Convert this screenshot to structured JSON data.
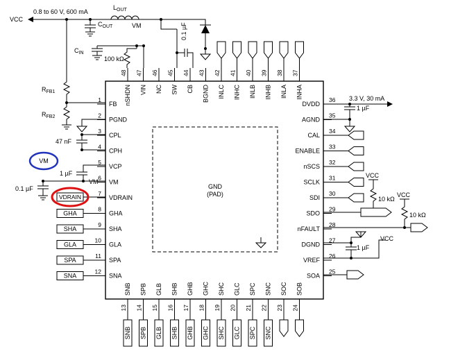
{
  "supply": {
    "vcc_label": "VCC",
    "vcc_spec": "0.8 to 60 V, 600 mA",
    "inductor": "L",
    "inductor_sub": "OUT",
    "cout": "C",
    "cout_sub": "OUT",
    "vm": "VM",
    "cap_cb": "0.1 µF",
    "cin": "C",
    "cin_sub": "IN",
    "r_nshdn": "100 kΩ",
    "rfb1": "R",
    "rfb1_sub": "FB1",
    "rfb2": "R",
    "rfb2_sub": "FB2"
  },
  "ic": {
    "pad_label": "GND",
    "pad_sub": "(PAD)"
  },
  "pins_left": [
    {
      "num": "1",
      "name": "FB"
    },
    {
      "num": "2",
      "name": "PGND"
    },
    {
      "num": "3",
      "name": "CPL"
    },
    {
      "num": "4",
      "name": "CPH"
    },
    {
      "num": "5",
      "name": "VCP"
    },
    {
      "num": "6",
      "name": "VM"
    },
    {
      "num": "7",
      "name": "VDRAIN"
    },
    {
      "num": "8",
      "name": "GHA"
    },
    {
      "num": "9",
      "name": "SHA"
    },
    {
      "num": "10",
      "name": "GLA"
    },
    {
      "num": "11",
      "name": "SPA"
    },
    {
      "num": "12",
      "name": "SNA"
    }
  ],
  "pins_top": [
    {
      "num": "48",
      "name": "nSHDN"
    },
    {
      "num": "47",
      "name": "VIN"
    },
    {
      "num": "46",
      "name": "NC"
    },
    {
      "num": "45",
      "name": "SW"
    },
    {
      "num": "44",
      "name": "CB"
    },
    {
      "num": "43",
      "name": "BGND"
    },
    {
      "num": "42",
      "name": "INLC"
    },
    {
      "num": "41",
      "name": "INHC"
    },
    {
      "num": "40",
      "name": "INLB"
    },
    {
      "num": "39",
      "name": "INHB"
    },
    {
      "num": "38",
      "name": "INLA"
    },
    {
      "num": "37",
      "name": "INHA"
    }
  ],
  "pins_right": [
    {
      "num": "36",
      "name": "DVDD"
    },
    {
      "num": "35",
      "name": "AGND"
    },
    {
      "num": "34",
      "name": "CAL"
    },
    {
      "num": "33",
      "name": "ENABLE"
    },
    {
      "num": "32",
      "name": "nSCS"
    },
    {
      "num": "31",
      "name": "SCLK"
    },
    {
      "num": "30",
      "name": "SDI"
    },
    {
      "num": "29",
      "name": "SDO"
    },
    {
      "num": "28",
      "name": "nFAULT"
    },
    {
      "num": "27",
      "name": "DGND"
    },
    {
      "num": "26",
      "name": "VREF"
    },
    {
      "num": "25",
      "name": "SOA"
    }
  ],
  "pins_bottom": [
    {
      "num": "13",
      "name": "SNB"
    },
    {
      "num": "14",
      "name": "SPB"
    },
    {
      "num": "15",
      "name": "GLB"
    },
    {
      "num": "16",
      "name": "SHB"
    },
    {
      "num": "17",
      "name": "GHB"
    },
    {
      "num": "18",
      "name": "GHC"
    },
    {
      "num": "19",
      "name": "SHC"
    },
    {
      "num": "20",
      "name": "GLC"
    },
    {
      "num": "21",
      "name": "SPC"
    },
    {
      "num": "22",
      "name": "SNC"
    },
    {
      "num": "23",
      "name": "SOC"
    },
    {
      "num": "24",
      "name": "SOB"
    }
  ],
  "left_components": {
    "cap_cp": "47 nF",
    "cap_vcp": "1 µF",
    "cap_vm": "0.1 µF",
    "vm_label": "VM",
    "vdrain_box": "VDRAIN",
    "bubble_vm": "VM"
  },
  "left_outputs": [
    "GHA",
    "SHA",
    "GLA",
    "SPA",
    "SNA"
  ],
  "bottom_outputs": [
    "SNB",
    "SPB",
    "GLB",
    "SHB",
    "GHB",
    "GHC",
    "SHC",
    "GLC",
    "SPC",
    "SNC"
  ],
  "right_components": {
    "dvdd_spec": "3.3 V, 30 mA",
    "cap_dvdd": "1 µF",
    "vcc_sdo": "VCC",
    "r_sdo": "10 kΩ",
    "vcc_nfault": "VCC",
    "r_nfault": "10 kΩ",
    "cap_vref": "1 µF",
    "vcc_vref": "VCC"
  }
}
